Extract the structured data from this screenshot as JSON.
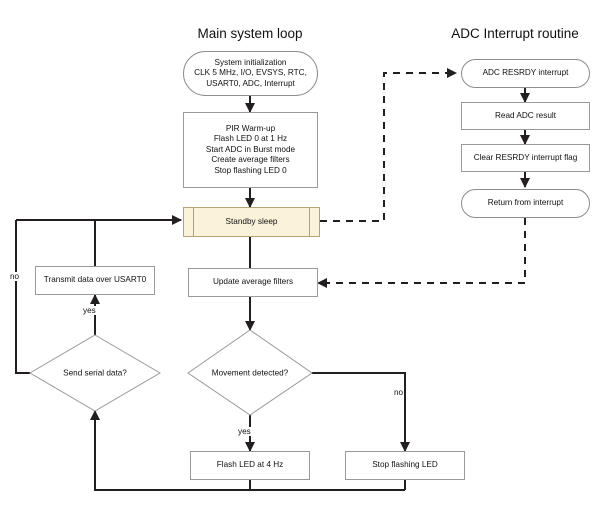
{
  "diagram": {
    "type": "flowchart",
    "titles": {
      "main_loop": "Main system loop",
      "interrupt": "ADC Interrupt routine"
    },
    "colors": {
      "standby_fill": "#fbf2da",
      "standby_border": "#b3a473",
      "node_border": "#9a9a9a",
      "line": "#231f20",
      "decision_border": "#9a9a9a",
      "text": "#111111",
      "background": "#ffffff"
    },
    "nodes": {
      "system_init": "System initialization\nCLK 5 MHz, I/O, EVSYS, RTC,\nUSART0, ADC, Interrupt",
      "pir_warmup": "PIR Warm-up\nFlash LED 0 at 1 Hz\nStart ADC in Burst mode\nCreate average filters\nStop flashing LED 0",
      "standby_sleep": "Standby sleep",
      "transmit_data": "Transmit data over USART0",
      "update_filters": "Update average filters",
      "send_serial": "Send serial data?",
      "movement_detected": "Movement detected?",
      "flash_led": "Flash LED at 4 Hz",
      "stop_flashing": "Stop flashing LED",
      "adc_resrdy": "ADC RESRDY interrupt",
      "read_adc": "Read ADC result",
      "clear_flag": "Clear RESRDY interrupt flag",
      "return_interrupt": "Return from interrupt"
    },
    "edge_labels": {
      "serial_no": "no",
      "serial_yes": "yes",
      "movement_yes": "yes",
      "movement_no": "no"
    }
  }
}
